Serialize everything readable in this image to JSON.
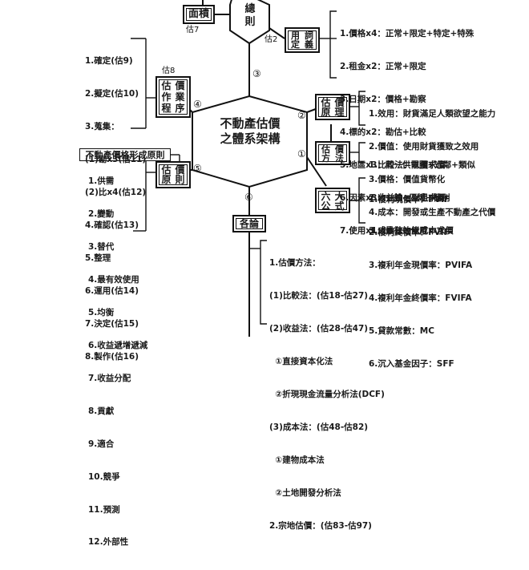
{
  "diagram": {
    "title": "不動產估價之體系架構",
    "center": {
      "label_line1": "不動產估價",
      "label_line2": "之體系架構"
    },
    "top_hub": {
      "label_line1": "總",
      "label_line2": "則"
    },
    "boxes": {
      "area": {
        "label": "面積",
        "tag": "估7"
      },
      "term_definition": {
        "label_chars": [
          "用",
          "詞",
          "定",
          "義"
        ],
        "tag": "估2"
      },
      "appraisal_procedure": {
        "label_chars": [
          "估",
          "價",
          "作",
          "業",
          "程",
          "序"
        ],
        "tag": "估8"
      },
      "appraisal_principle_box": {
        "label_chars": [
          "估",
          "價",
          "原",
          "則"
        ]
      },
      "price_formation_label": {
        "label": "不動產價格形成原則"
      },
      "appraisal_theory": {
        "label_chars": [
          "估",
          "價",
          "原",
          "理"
        ]
      },
      "appraisal_method": {
        "label_chars": [
          "估",
          "價",
          "方",
          "法"
        ]
      },
      "six_formulas": {
        "label_chars": [
          "六",
          "大",
          "公",
          "式"
        ]
      },
      "specific_topics": {
        "label": "各論"
      }
    },
    "branch_numbers": [
      "①",
      "②",
      "③",
      "④",
      "⑤",
      "⑥"
    ],
    "lists": {
      "term_definition_items": [
        "1.價格x4：正常+限定+特定+特殊",
        "2.租金x2：正常+限定",
        "3.日期x2：價格+勘察",
        "4.標的x2：勘估+比較",
        "5.地區x3：同一供需圈+近鄰+類似",
        "6.因素x3：一般+區域+個別",
        "7.使用x1：最有效使用"
      ],
      "appraisal_procedure_items": [
        "1.確定(估9)",
        "2.擬定(估10)",
        "3.蒐集：",
        "(1)勘x3(估11)",
        "(2)比x4(估12)",
        "4.確認(估13)",
        "5.整理",
        "6.運用(估14)",
        "7.決定(估15)",
        "8.製作(估16)"
      ],
      "appraisal_theory_items": [
        "1.效用：財貨滿足人類欲望之能力",
        "2.價值：使用財貨獲致之效用",
        "3.價格：價值貨幣化",
        "4.成本：開發或生產不動產之代價"
      ],
      "appraisal_method_items": [
        "1.比較法：以價求價",
        "2.收益法：以租求價",
        "3.成本法：以成本求價"
      ],
      "six_formulas_items": [
        "1.複利現價率：PVIF",
        "2.複利終價率：FVIF",
        "3.複利年金現價率：PVIFA",
        "4.複利年金終價率：FVIFA",
        "5.貸款常數：MC",
        "6.沉入基金因子：SFF"
      ],
      "appraisal_principle_items": [
        "1.供需",
        "2.變動",
        "3.替代",
        "4.最有效使用",
        "5.均衡",
        "6.收益遞增遞減",
        "7.收益分配",
        "8.貢獻",
        "9.適合",
        "10.競爭",
        "11.預測",
        "12.外部性"
      ],
      "specific_topics_items": [
        "1.估價方法：",
        "(1)比較法：(估18-估27)",
        "(2)收益法：(估28-估47)",
        "  ①直接資本化法",
        "  ②折現現金流量分析法(DCF)",
        "(3)成本法：(估48-估82)",
        "  ①建物成本法",
        "  ②土地開發分析法",
        "2.宗地估價：(估83-估97)"
      ]
    }
  }
}
